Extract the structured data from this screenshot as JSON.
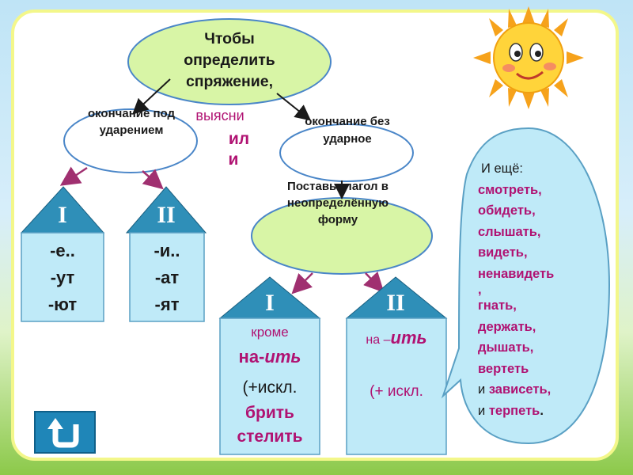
{
  "title": "Чтобы определить спряжение,",
  "find_word": "выясни",
  "or_word_1": "ил",
  "or_word_2": "и",
  "stressed_ending": "окончание под ударением",
  "unstressed_ending": "окончание безударное",
  "put_verb": "Поставь глагол в неопределённую форму",
  "group1": {
    "numeral": "I",
    "endings": [
      "-е..",
      "-ут",
      "-ют"
    ]
  },
  "group2": {
    "numeral": "II",
    "endings": [
      "-и..",
      "-ат",
      "-ят"
    ]
  },
  "group3": {
    "numeral": "I",
    "line1": "кроме",
    "line2": "на-",
    "line2_suffix": "ить",
    "line3": "(+искл.",
    "line4": "брить",
    "line5": "стелить"
  },
  "group4": {
    "numeral": "II",
    "line1": "на –",
    "line1_suffix": "ить",
    "line2": "(+ искл."
  },
  "extra": {
    "intro": "И ещё:",
    "verbs": [
      "смотреть,",
      "обидеть,",
      "слышать,",
      "видеть,",
      "ненавидеть",
      ",",
      "гнать,",
      "держать,",
      "дышать,",
      "вертеть"
    ],
    "and_1": "и",
    "verb_last_1": "зависеть,",
    "and_2": "и",
    "verb_last_2": "терпеть",
    "final_period": "."
  },
  "colors": {
    "bubble_fill": "#d8f5a6",
    "box_fill": "#bfeaf8",
    "roof_fill": "#2f8fb8",
    "arrow": "#a03070",
    "accent_text": "#b01272"
  },
  "icons": {
    "sun": "sun-face-icon",
    "back": "back-arrow-icon"
  }
}
